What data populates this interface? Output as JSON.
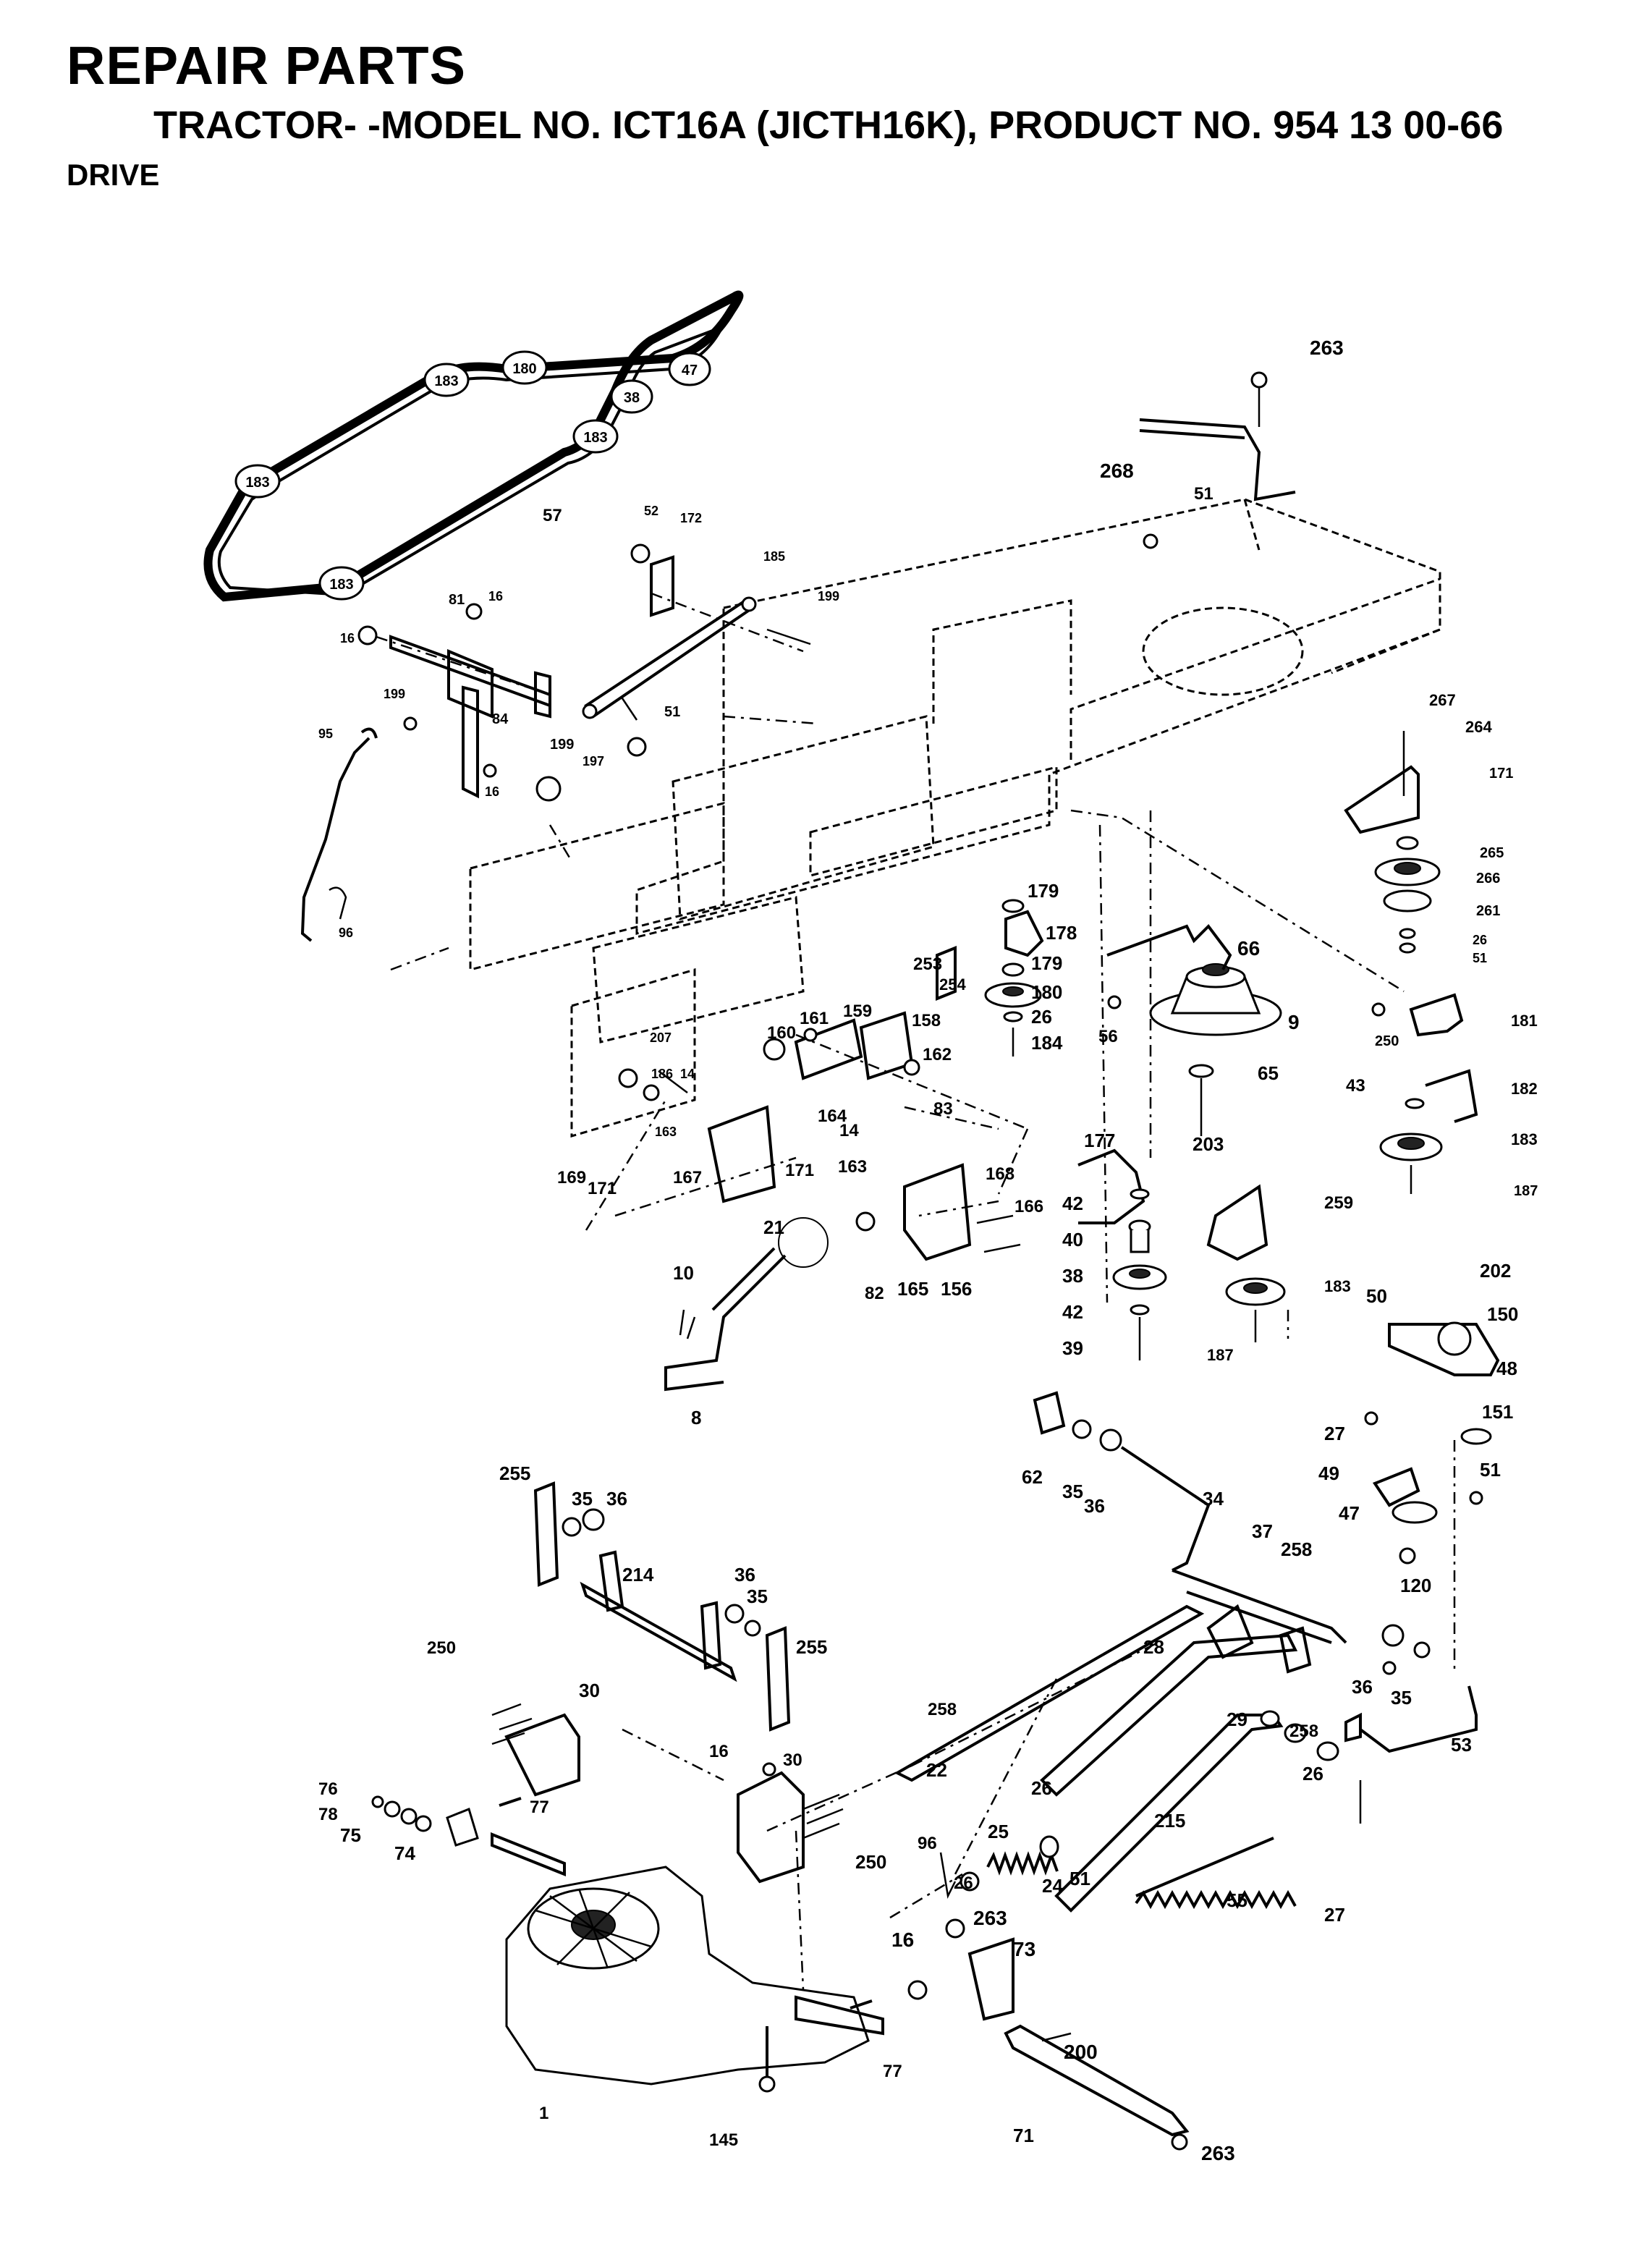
{
  "header": {
    "title": "REPAIR PARTS",
    "subtitle": "TRACTOR- -MODEL NO. ICT16A (JICTH16K), PRODUCT NO. 954 13 00-66",
    "section": "DRIVE"
  },
  "belt_labels": [
    "183",
    "180",
    "47",
    "38",
    "183",
    "183",
    "183"
  ],
  "callouts": [
    "57",
    "263",
    "268",
    "51",
    "52",
    "172",
    "185",
    "199",
    "81",
    "16",
    "16",
    "199",
    "84",
    "199",
    "51",
    "197",
    "16",
    "95",
    "96",
    "267",
    "264",
    "171",
    "265",
    "266",
    "261",
    "26",
    "51",
    "179",
    "178",
    "179",
    "180",
    "26",
    "184",
    "253",
    "254",
    "66",
    "56",
    "9",
    "65",
    "181",
    "250",
    "182",
    "43",
    "183",
    "187",
    "207",
    "186",
    "14",
    "163",
    "169",
    "171",
    "160",
    "161",
    "159",
    "158",
    "162",
    "164",
    "14",
    "163",
    "167",
    "171",
    "83",
    "168",
    "166",
    "165",
    "156",
    "82",
    "21",
    "203",
    "177",
    "42",
    "40",
    "38",
    "42",
    "39",
    "259",
    "183",
    "187",
    "10",
    "8",
    "50",
    "202",
    "150",
    "48",
    "27",
    "151",
    "51",
    "62",
    "35",
    "36",
    "34",
    "49",
    "47",
    "37",
    "258",
    "120",
    "255",
    "35",
    "36",
    "214",
    "36",
    "35",
    "255",
    "28",
    "36",
    "35",
    "250",
    "30",
    "258",
    "22",
    "29",
    "26",
    "258",
    "26",
    "53",
    "215",
    "16",
    "30",
    "76",
    "78",
    "75",
    "77",
    "74",
    "250",
    "96",
    "26",
    "25",
    "24",
    "51",
    "55",
    "27",
    "263",
    "73",
    "16",
    "77",
    "200",
    "1",
    "145",
    "71",
    "263"
  ]
}
